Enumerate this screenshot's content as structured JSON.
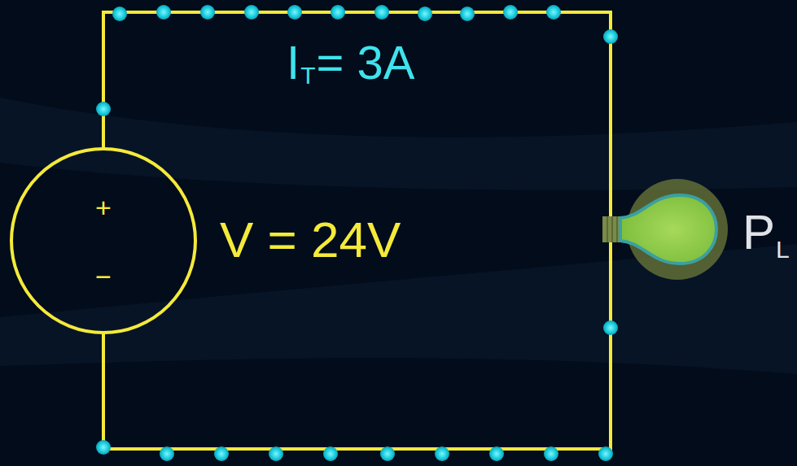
{
  "diagram": {
    "nodes": [
      {
        "text": [
          "+",
          "−"
        ]
      }
    ],
    "labels": [
      "I",
      "T",
      "= 3A",
      "V = 24V",
      "P",
      "L"
    ]
  }
}
